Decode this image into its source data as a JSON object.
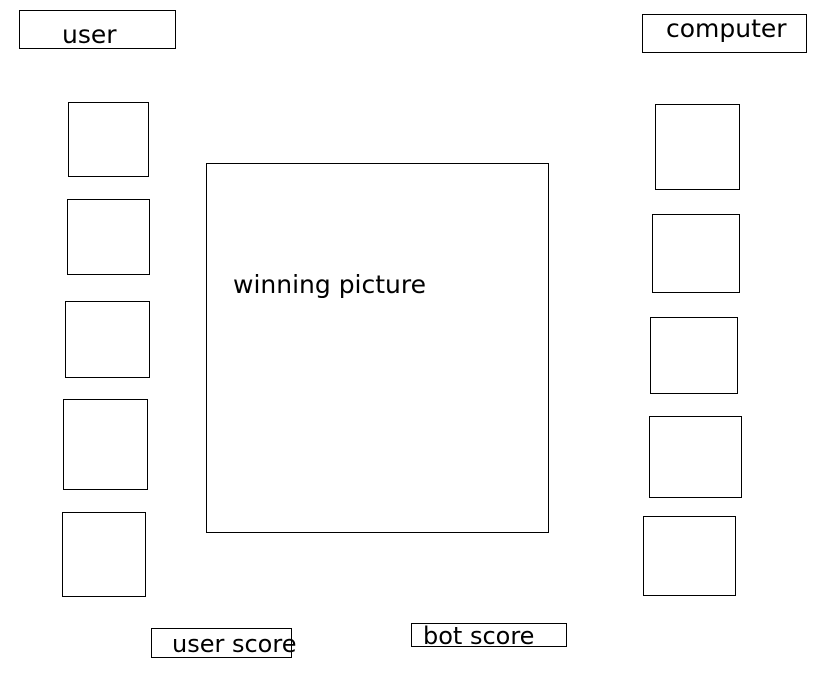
{
  "header": {
    "user_label": "user",
    "computer_label": "computer"
  },
  "center": {
    "winning_label": "winning picture"
  },
  "footer": {
    "user_score_label": "user score",
    "bot_score_label": "bot score"
  },
  "user_choices": [
    {
      "label": ""
    },
    {
      "label": ""
    },
    {
      "label": ""
    },
    {
      "label": ""
    },
    {
      "label": ""
    }
  ],
  "computer_choices": [
    {
      "label": ""
    },
    {
      "label": ""
    },
    {
      "label": ""
    },
    {
      "label": ""
    },
    {
      "label": ""
    }
  ],
  "colors": {
    "border": "#000000",
    "background": "#ffffff"
  }
}
